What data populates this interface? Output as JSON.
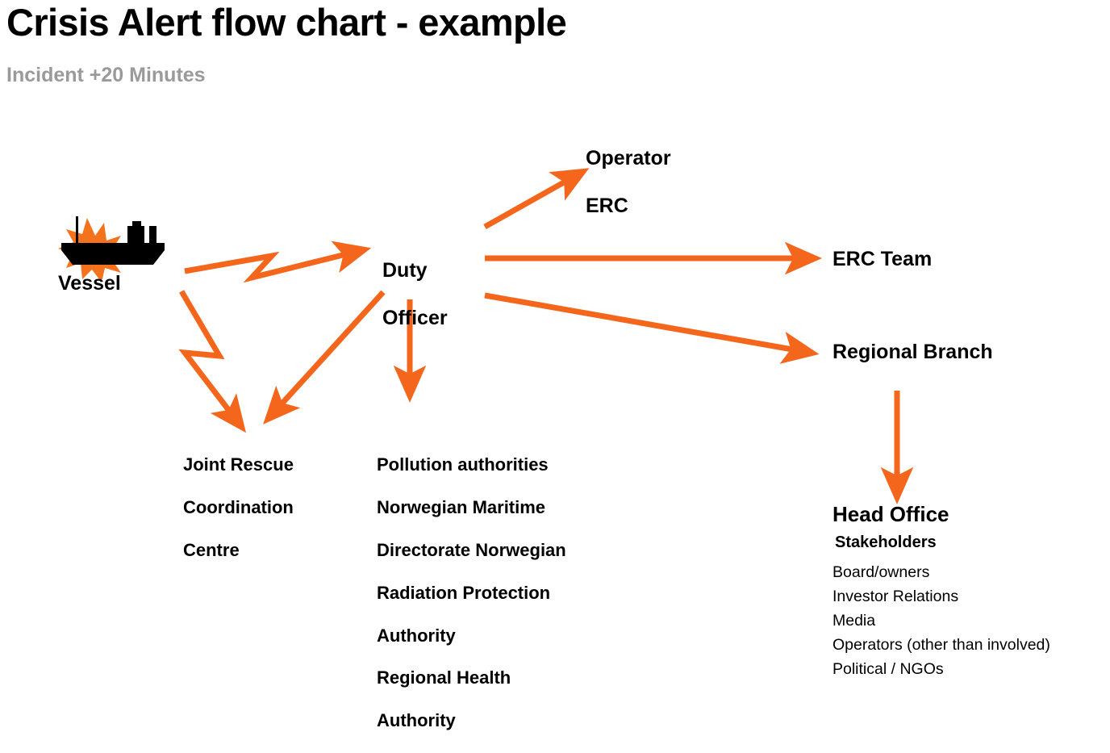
{
  "header": {
    "title": "Crisis Alert flow chart - example",
    "subtitle": "Incident +20 Minutes"
  },
  "colors": {
    "arrow": "#F4661B",
    "text": "#000000",
    "subtitle": "#9A9A9A",
    "background": "#FFFFFF",
    "vessel_hull": "#000000",
    "explosion": "#F4721C"
  },
  "chart_data": {
    "type": "diagram",
    "title": "Crisis Alert flow chart - example",
    "subtitle": "Incident +20 Minutes",
    "nodes": [
      {
        "id": "vessel",
        "label": "Vessel",
        "icon": "ship-explosion-icon"
      },
      {
        "id": "duty_officer",
        "label": "Duty\nOfficer"
      },
      {
        "id": "operator_erc",
        "label": "Operator\nERC"
      },
      {
        "id": "erc_team",
        "label": "ERC Team"
      },
      {
        "id": "regional_branch",
        "label": "Regional Branch"
      },
      {
        "id": "jrcc",
        "label": "Joint Rescue\nCoordination\nCentre"
      },
      {
        "id": "authorities",
        "label": "Pollution authorities\nNorwegian Maritime\nDirectorate Norwegian\nRadiation Protection\nAuthority\nRegional Health\nAuthority"
      },
      {
        "id": "head_office",
        "label": "Head Office"
      }
    ],
    "edges": [
      {
        "from": "vessel",
        "to": "duty_officer",
        "style": "zigzag"
      },
      {
        "from": "vessel",
        "to": "jrcc",
        "style": "zigzag"
      },
      {
        "from": "duty_officer",
        "to": "operator_erc",
        "style": "straight"
      },
      {
        "from": "duty_officer",
        "to": "erc_team",
        "style": "straight"
      },
      {
        "from": "duty_officer",
        "to": "regional_branch",
        "style": "straight"
      },
      {
        "from": "duty_officer",
        "to": "jrcc",
        "style": "straight"
      },
      {
        "from": "duty_officer",
        "to": "authorities",
        "style": "straight"
      },
      {
        "from": "regional_branch",
        "to": "head_office",
        "style": "straight"
      }
    ]
  },
  "nodes": {
    "vessel": {
      "label": "Vessel",
      "icon": "ship-explosion-icon"
    },
    "duty_officer": {
      "line1": "Duty",
      "line2": "Officer"
    },
    "operator_erc": {
      "line1": "Operator",
      "line2": "ERC"
    },
    "erc_team": {
      "label": "ERC Team"
    },
    "regional_branch": {
      "label": "Regional Branch"
    },
    "jrcc": {
      "line1": "Joint Rescue",
      "line2": "Coordination",
      "line3": "Centre"
    },
    "authorities": {
      "line1": "Pollution authorities",
      "line2": "Norwegian Maritime",
      "line3": "Directorate Norwegian",
      "line4": "Radiation Protection",
      "line5": "Authority",
      "line6": "Regional Health",
      "line7": "Authority"
    },
    "head_office": {
      "title": "Head Office",
      "subtitle": "Stakeholders",
      "stakeholders": [
        "Board/owners",
        "Investor Relations",
        "Media",
        "Operators (other than involved)",
        "Political / NGOs"
      ]
    }
  }
}
